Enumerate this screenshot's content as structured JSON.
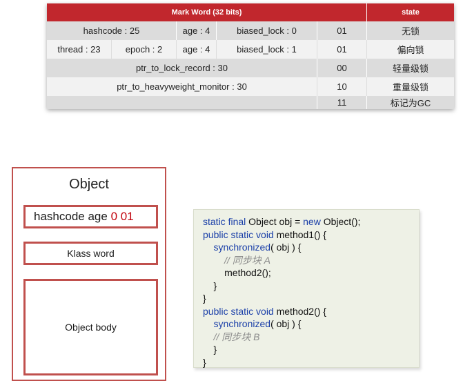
{
  "mark_word_table": {
    "header_title": "Mark Word (32 bits)",
    "header_state": "state",
    "rows": [
      {
        "cells": [
          "hashcode : 25",
          "age : 4",
          "biased_lock : 0",
          "01"
        ],
        "state": "无锁"
      },
      {
        "cells": [
          "thread : 23",
          "epoch : 2",
          "age : 4",
          "biased_lock : 1",
          "01"
        ],
        "state": "偏向锁"
      },
      {
        "cells": [
          "ptr_to_lock_record : 30",
          "00"
        ],
        "state": "轻量级锁"
      },
      {
        "cells": [
          "ptr_to_heavyweight_monitor : 30",
          "10"
        ],
        "state": "重量级锁"
      },
      {
        "cells": [
          "",
          "11"
        ],
        "state": "标记为GC"
      }
    ]
  },
  "object_diagram": {
    "title": "Object",
    "header_text": "hashcode age",
    "header_bits": "0 01",
    "klass_word": "Klass word",
    "body": "Object body"
  },
  "code": {
    "lines": [
      [
        {
          "t": "static final ",
          "c": "kw"
        },
        {
          "t": "Object obj = ",
          "c": ""
        },
        {
          "t": "new ",
          "c": "kw"
        },
        {
          "t": "Object();",
          "c": ""
        }
      ],
      [
        {
          "t": "public static void ",
          "c": "kw"
        },
        {
          "t": "method1() {",
          "c": ""
        }
      ],
      [
        {
          "t": "    synchronized",
          "c": "kw"
        },
        {
          "t": "( obj ) {",
          "c": ""
        }
      ],
      [
        {
          "t": "        // 同步块 A",
          "c": "cm"
        }
      ],
      [
        {
          "t": "        method2();",
          "c": ""
        }
      ],
      [
        {
          "t": "    }",
          "c": ""
        }
      ],
      [
        {
          "t": "}",
          "c": ""
        }
      ],
      [
        {
          "t": "public static void ",
          "c": "kw"
        },
        {
          "t": "method2() {",
          "c": ""
        }
      ],
      [
        {
          "t": "    synchronized",
          "c": "kw"
        },
        {
          "t": "( obj ) {",
          "c": ""
        }
      ],
      [
        {
          "t": "    // 同步块 B",
          "c": "cm"
        }
      ],
      [
        {
          "t": "    }",
          "c": ""
        }
      ],
      [
        {
          "t": "}",
          "c": ""
        }
      ]
    ]
  },
  "colors": {
    "header_red": "#c1272d",
    "border_red": "#c0504d",
    "row_alt": "#dcdcdc",
    "keyword_blue": "#1a3fa8"
  }
}
